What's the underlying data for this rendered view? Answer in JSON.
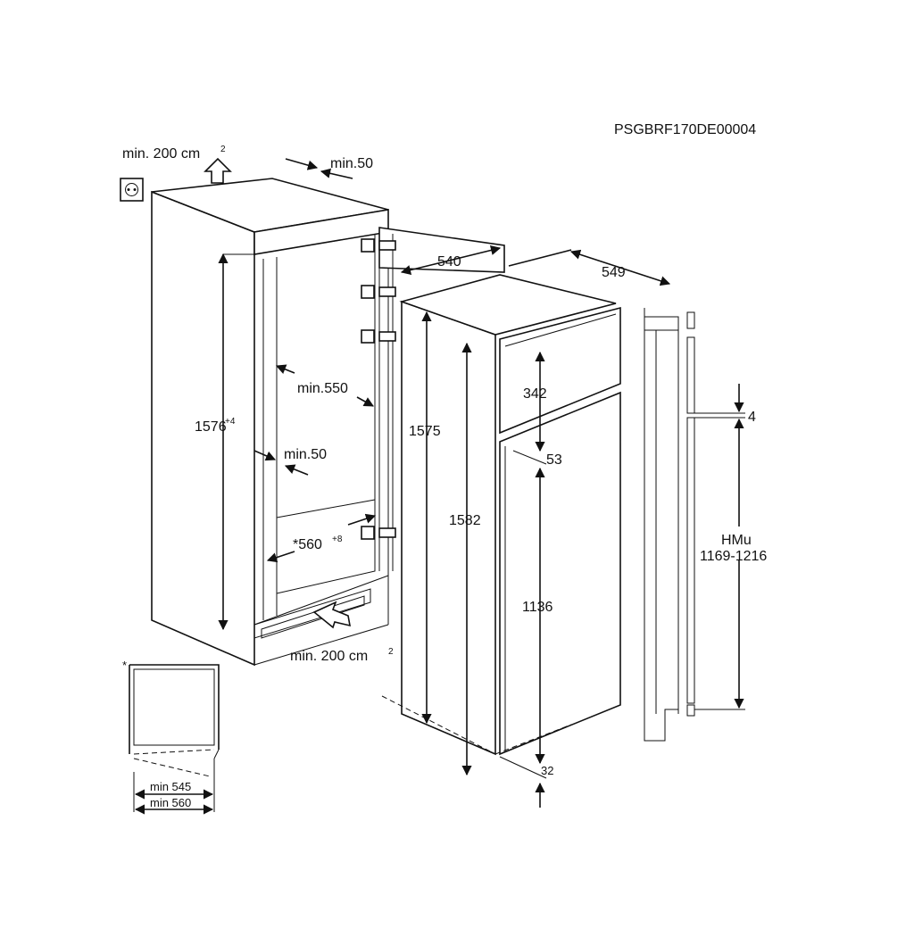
{
  "document_code": "PSGBRF170DE00004",
  "labels": {
    "vent_top": "min. 200 cm",
    "vent_top_sup": "2",
    "gap_top": "min.50",
    "depth_niche": "min.550",
    "height_niche": "1576",
    "height_niche_sup": "+4",
    "gap_side": "min.50",
    "width_niche": "*560",
    "width_niche_sup": "+8",
    "vent_bottom": "min. 200 cm",
    "vent_bottom_sup": "2",
    "depth_appliance": "540",
    "width_appliance": "549",
    "height_appliance": "1575",
    "height_total": "1582",
    "freezer_door": "342",
    "door_gap": "53",
    "fridge_door": "1136",
    "bottom_gap": "32",
    "top_offset": "4",
    "hmu_title": "HMu",
    "hmu_range": "1169-1216",
    "section_min1": "min 545",
    "section_min2": "min 560",
    "asterisk": "*"
  }
}
